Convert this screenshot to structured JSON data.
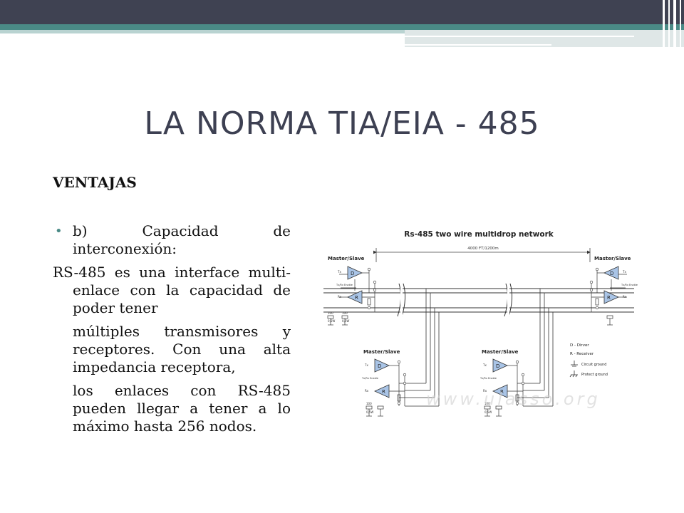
{
  "slide": {
    "title": "LA NORMA TIA/EIA - 485",
    "heading": "VENTAJAS",
    "bullet": "b) Capacidad de interconexión:",
    "para1": "RS-485 es una interface multi-enlace con la capacidad de poder tener",
    "para2": "múltiples transmisores y receptores. Con una alta impedancia receptora,",
    "para3": "los enlaces con RS-485 pueden llegar a tener a lo máximo hasta 256 nodos."
  },
  "diagram": {
    "title": "Rs-485 two wire multidrop network",
    "distance": "4000 FT/1200m",
    "node_label": "Master/Slave",
    "driver": "D",
    "receiver": "R",
    "tx": "Tx",
    "rx": "Rx",
    "enable": "Tx/Rx Enable",
    "resistor": "100",
    "rating": "0,5W",
    "legend": {
      "driver": "D - Dirver",
      "receiver": "R - Receiver",
      "circuit_ground": "Circuit ground",
      "protect_ground": "Protect ground"
    },
    "watermark": "www.ulasso.org"
  },
  "colors": {
    "topbar": "#3f4252",
    "accent": "#4a8a86",
    "title": "#3d4052",
    "driver_fill": "#a9c4e6"
  }
}
